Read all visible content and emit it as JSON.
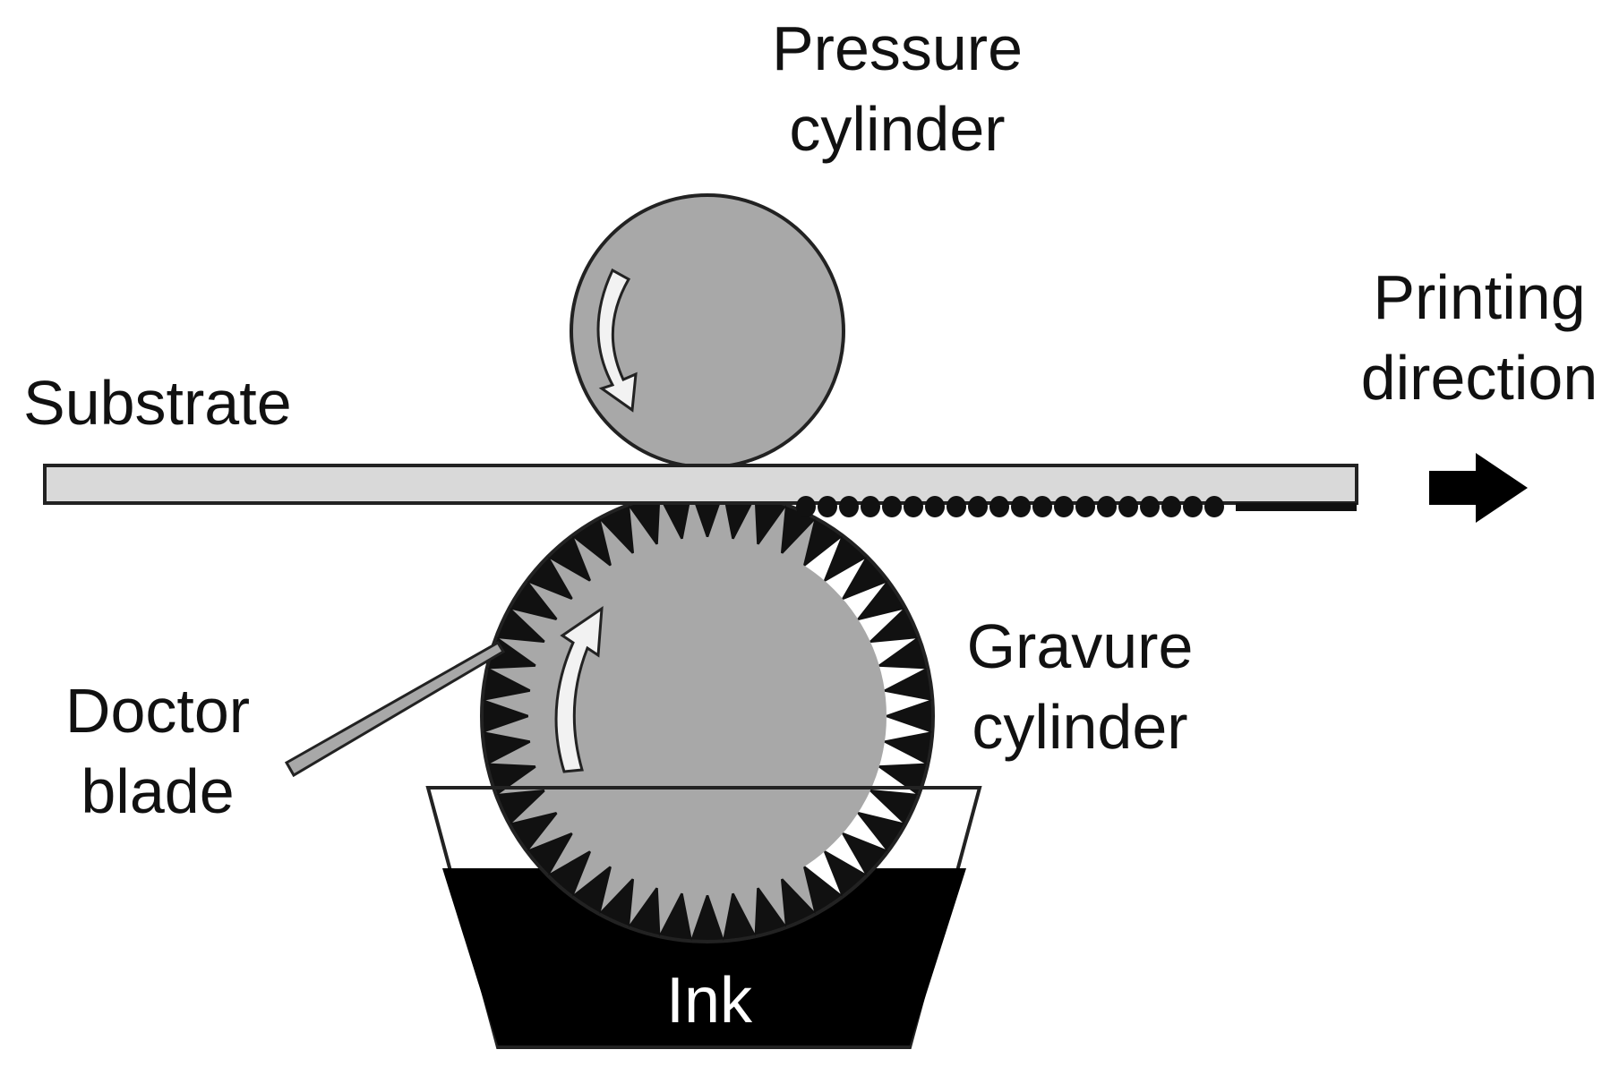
{
  "labels": {
    "pressure_cylinder": [
      "Pressure",
      "cylinder"
    ],
    "substrate": "Substrate",
    "printing_direction": [
      "Printing",
      "direction"
    ],
    "gravure_cylinder": [
      "Gravure",
      "cylinder"
    ],
    "doctor_blade": [
      "Doctor",
      "blade"
    ],
    "ink": "Ink"
  },
  "colors": {
    "cylinder_fill": "#a8a8a8",
    "substrate_fill": "#d9d9d9",
    "ink": "#000000",
    "rotation_arrow": "#f2f2f2",
    "outline": "#333333"
  },
  "icons": {
    "direction": "right-arrow-icon",
    "rotation": "curved-arrow-icon"
  }
}
